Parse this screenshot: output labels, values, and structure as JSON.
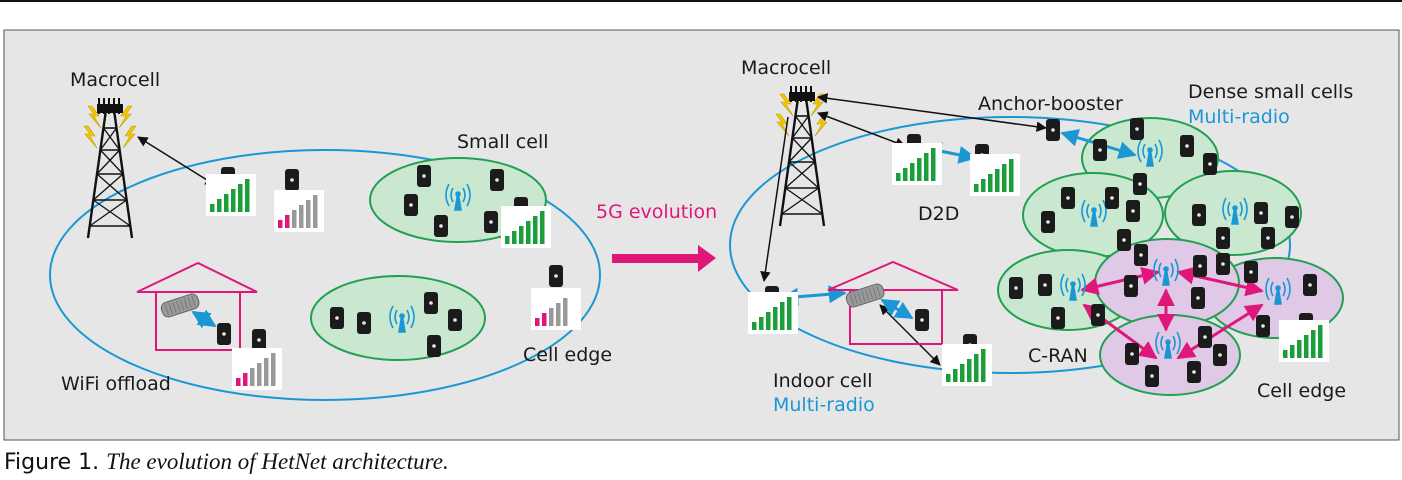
{
  "colors": {
    "panel_bg": "#e6e6e6",
    "cell_outline": "#1a97d4",
    "small_cell_fill": "#c9e8cf",
    "small_cell_stroke": "#20a050",
    "cran_fill": "#dfc9e6",
    "signal_green": "#1a9e3a",
    "signal_pink": "#e0177a",
    "signal_gray": "#999999",
    "arrow_blue": "#1a97d4",
    "arrow_pink": "#e0177a",
    "tower_yellow": "#f5c800"
  },
  "icons": [
    "macrocell-tower-icon",
    "antenna-icon",
    "phone-icon",
    "signal-bars-icon",
    "wifi-router-icon",
    "house-icon"
  ],
  "left_panel": {
    "macrocell": "Macrocell",
    "small_cell": "Small cell",
    "cell_edge": "Cell edge",
    "wifi_offload": "WiFi offload"
  },
  "transition": {
    "label": "5G evolution"
  },
  "right_panel": {
    "macrocell": "Macrocell",
    "anchor_booster": "Anchor-booster",
    "dense_small_cells": "Dense small cells",
    "dense_multi_radio": "Multi-radio",
    "d2d": "D2D",
    "indoor_cell": "Indoor cell",
    "indoor_multi_radio": "Multi-radio",
    "cran": "C-RAN",
    "cell_edge": "Cell edge"
  },
  "caption": {
    "number": "Figure 1.",
    "title": "The evolution of HetNet architecture."
  }
}
